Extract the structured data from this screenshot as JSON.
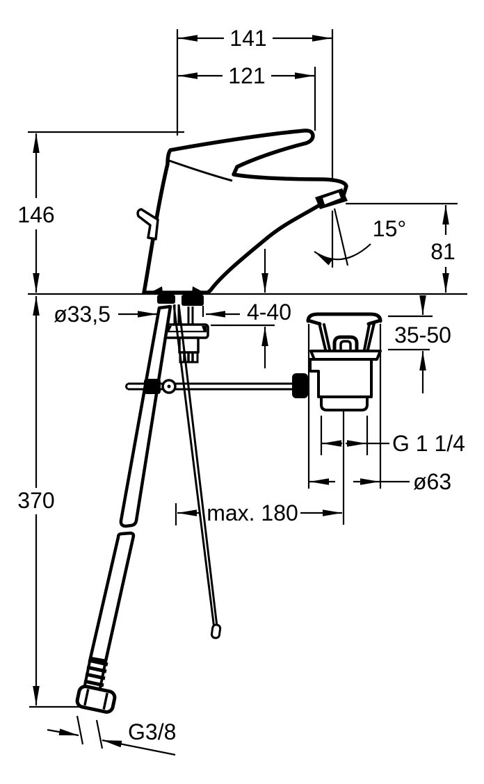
{
  "page": {
    "background": "#ffffff",
    "line_color": "#000000"
  },
  "drawing": {
    "dims": {
      "overall_width": "141",
      "body_width": "121",
      "height": "146",
      "hose_length": "370",
      "spout_height": "81",
      "spout_angle": "15°",
      "hole_diameter": "ø33,5",
      "deck_thickness": "4-40",
      "waste_depth": "35-50",
      "waste_thread": "G 1 1/4",
      "waste_diameter": "ø63",
      "max_distance": "max. 180",
      "supply_thread": "G3/8"
    }
  }
}
